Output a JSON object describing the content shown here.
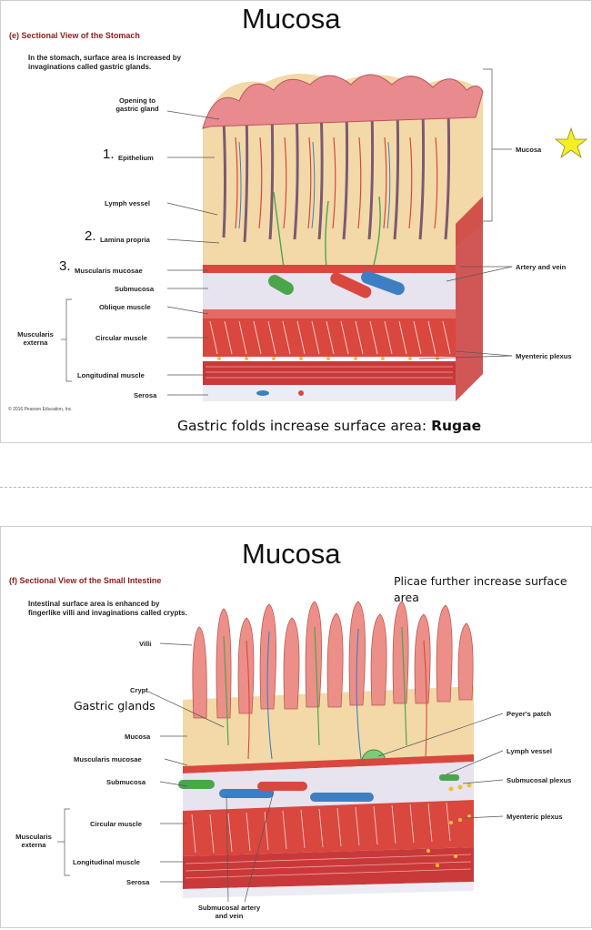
{
  "slide1": {
    "title": "Mucosa",
    "figure_title": "(e) Sectional View of the Stomach",
    "description": "In the stomach, surface area is increased by invaginations called gastric glands.",
    "numbers": [
      "1.",
      "2.",
      "3."
    ],
    "left_labels": [
      "Opening to gastric gland",
      "Epithelium",
      "Lymph vessel",
      "Lamina propria",
      "Muscularis mucosae",
      "Submucosa",
      "Oblique muscle",
      "Circular muscle",
      "Longitudinal muscle",
      "Serosa"
    ],
    "muscularis_externa": "Muscularis externa",
    "right_labels": [
      "Mucosa",
      "Artery and vein",
      "Myenteric plexus"
    ],
    "copyright": "© 2016 Pearson Education, Inc.",
    "caption_prefix": "Gastric folds increase surface area: ",
    "caption_bold": "Rugae",
    "star_icon": "star"
  },
  "slide2": {
    "title": "Mucosa",
    "figure_title": "(f) Sectional View of the Small Intestine",
    "description": "Intestinal surface area is enhanced by fingerlike villi and invaginations called crypts.",
    "note": "Plicae further increase surface area",
    "gastric_glands": "Gastric glands",
    "left_labels": [
      "Villi",
      "Crypt",
      "Mucosa",
      "Muscularis mucosae",
      "Submucosa",
      "Circular muscle",
      "Longitudinal muscle",
      "Serosa"
    ],
    "muscularis_externa": "Muscularis externa",
    "right_labels": [
      "Peyer's patch",
      "Lymph vessel",
      "Submucosal plexus",
      "Myenteric plexus"
    ],
    "bottom_label": "Submucosal artery and vein"
  },
  "colors": {
    "figure_title": "#8a1d1d",
    "muscle": "#d9473f",
    "mucosa": "#f3d9a7",
    "star": "#f4ee22"
  }
}
